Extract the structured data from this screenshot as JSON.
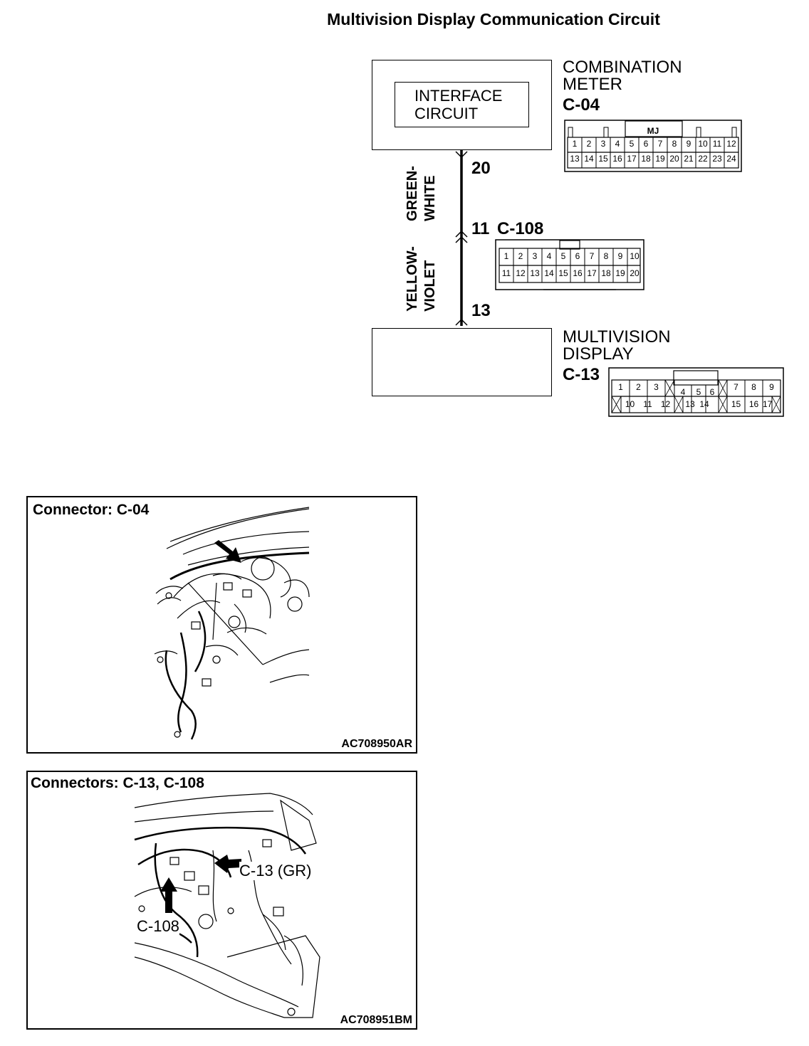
{
  "title": "Multivision Display Communication Circuit",
  "combination_meter": {
    "name_line1": "COMBINATION",
    "name_line2": "METER",
    "connector": "C-04",
    "connector_tag": "MJ",
    "interface_line1": "INTERFACE",
    "interface_line2": "CIRCUIT",
    "pins_top": [
      "1",
      "2",
      "3",
      "4",
      "5",
      "6",
      "7",
      "8",
      "9",
      "10",
      "11",
      "12"
    ],
    "pins_bottom": [
      "13",
      "14",
      "15",
      "16",
      "17",
      "18",
      "19",
      "20",
      "21",
      "22",
      "23",
      "24"
    ]
  },
  "wiring": {
    "pin_meter": "20",
    "pin_junction": "11",
    "pin_display": "13",
    "wire1_line1": "GREEN-",
    "wire1_line2": "WHITE",
    "wire2_line1": "YELLOW-",
    "wire2_line2": "VIOLET"
  },
  "junction_connector": {
    "connector": "C-108",
    "pins_top": [
      "1",
      "2",
      "3",
      "4",
      "5",
      "6",
      "7",
      "8",
      "9",
      "10"
    ],
    "pins_bottom": [
      "11",
      "12",
      "13",
      "14",
      "15",
      "16",
      "17",
      "18",
      "19",
      "20"
    ]
  },
  "multivision_display": {
    "name_line1": "MULTIVISION",
    "name_line2": "DISPLAY",
    "connector": "C-13",
    "pins_top": [
      "1",
      "2",
      "3",
      "4",
      "5",
      "6",
      "7",
      "8",
      "9"
    ],
    "pins_bottom": [
      "10",
      "11",
      "12",
      "13",
      "14",
      "15",
      "16",
      "17"
    ]
  },
  "panel1": {
    "title": "Connector: C-04",
    "code": "AC708950AR"
  },
  "panel2": {
    "title": "Connectors: C-13, C-108",
    "callout_c13": "C-13 (GR)",
    "callout_c108": "C-108",
    "code": "AC708951BM"
  }
}
